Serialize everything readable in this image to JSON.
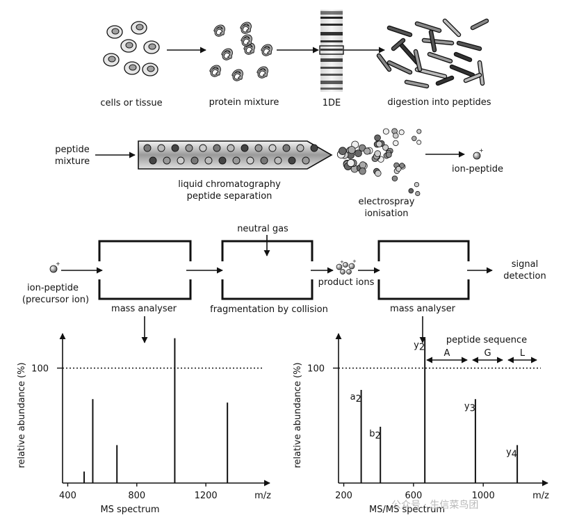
{
  "workflow": {
    "row1": {
      "cells_label": "cells or tissue",
      "protein_label": "protein mixture",
      "gel_label": "1DE",
      "digest_label": "digestion into peptides"
    },
    "row2": {
      "peptide_mixture_line1": "peptide",
      "peptide_mixture_line2": "mixture",
      "lc_line1": "liquid chromatography",
      "lc_line2": "peptide separation",
      "esi_line1": "electrospray",
      "esi_line2": "ionisation",
      "ion_peptide": "ion-peptide"
    },
    "row3": {
      "ion_peptide_line1": "ion-peptide",
      "ion_peptide_line2": "(precursor ion)",
      "neutral_gas": "neutral gas",
      "product_ions": "product ions",
      "signal_line1": "signal",
      "signal_line2": "detection",
      "mass_analyser_1": "mass analyser",
      "fragmentation": "fragmentation by collision",
      "mass_analyser_2": "mass analyser"
    }
  },
  "chart_data": [
    {
      "type": "bar",
      "title": "MS spectrum",
      "xlabel": "m/z",
      "ylabel": "relative abundance (%)",
      "ref_line": 100,
      "ylim": [
        0,
        130
      ],
      "xlim": [
        370,
        1570
      ],
      "xticks": [
        400,
        800,
        1200
      ],
      "peaks": [
        {
          "x": 495,
          "y": 10
        },
        {
          "x": 545,
          "y": 73
        },
        {
          "x": 685,
          "y": 33
        },
        {
          "x": 1020,
          "y": 126
        },
        {
          "x": 1325,
          "y": 70
        }
      ]
    },
    {
      "type": "bar",
      "title": "MS/MS spectrum",
      "xlabel": "m/z",
      "ylabel": "relative abundance (%)",
      "ref_line": 100,
      "ylim": [
        0,
        130
      ],
      "xlim": [
        170,
        1370
      ],
      "xticks": [
        200,
        600,
        1000
      ],
      "peaks": [
        {
          "x": 300,
          "y": 81,
          "label": "a2"
        },
        {
          "x": 410,
          "y": 49,
          "label": "b2"
        },
        {
          "x": 665,
          "y": 126,
          "label": "y2"
        },
        {
          "x": 955,
          "y": 73,
          "label": "y3"
        },
        {
          "x": 1195,
          "y": 33,
          "label": "y4"
        }
      ],
      "sequence_label": "peptide sequence",
      "sequence": [
        "A",
        "G",
        "L"
      ]
    }
  ],
  "watermark": "公众号 · 生信菜鸟团"
}
